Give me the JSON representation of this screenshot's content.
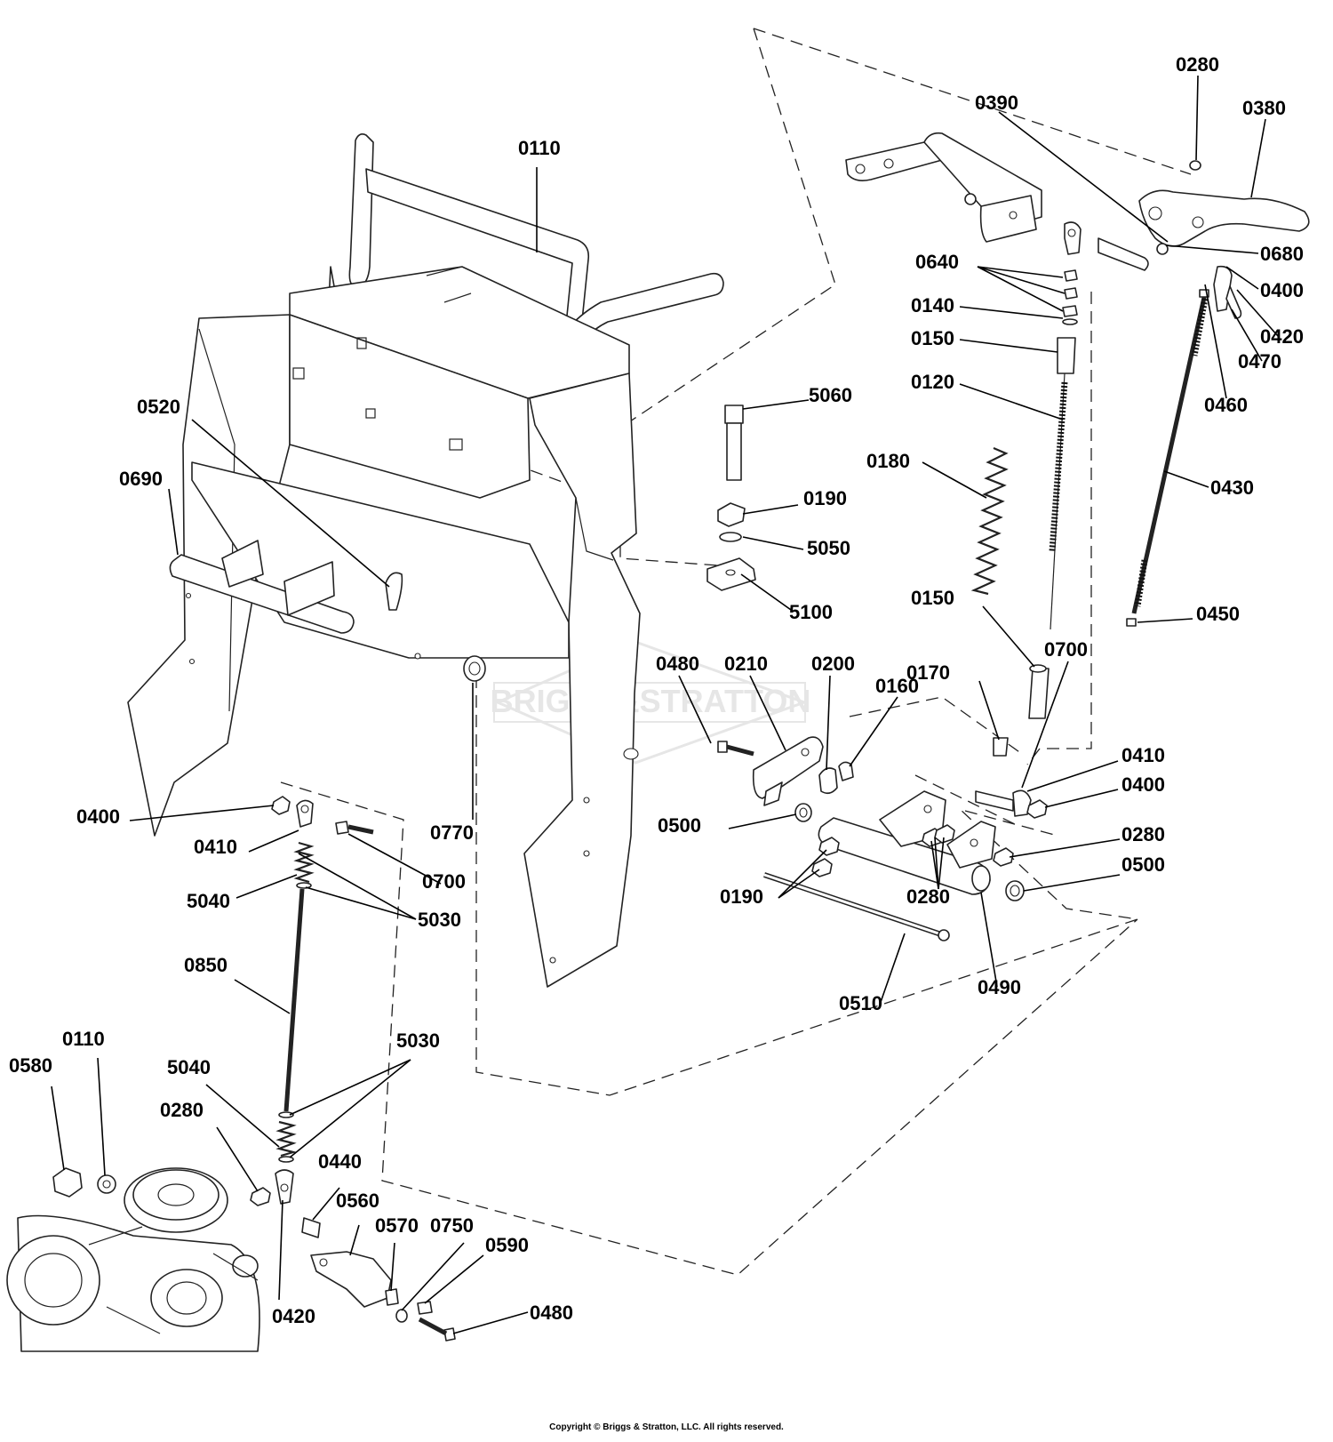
{
  "title": "",
  "copyright": "Copyright © Briggs & Stratton, LLC. All rights reserved.",
  "watermark": "BRIGGS&STRATTON",
  "callouts": [
    {
      "id": "c0110a",
      "text": "0110"
    },
    {
      "id": "c0280a",
      "text": "0280"
    },
    {
      "id": "c0390",
      "text": "0390"
    },
    {
      "id": "c0380",
      "text": "0380"
    },
    {
      "id": "c0640",
      "text": "0640"
    },
    {
      "id": "c0680",
      "text": "0680"
    },
    {
      "id": "c0140",
      "text": "0140"
    },
    {
      "id": "c0400a",
      "text": "0400"
    },
    {
      "id": "c0150a",
      "text": "0150"
    },
    {
      "id": "c0420a",
      "text": "0420"
    },
    {
      "id": "c0470",
      "text": "0470"
    },
    {
      "id": "c0120",
      "text": "0120"
    },
    {
      "id": "c0460",
      "text": "0460"
    },
    {
      "id": "c5060",
      "text": "5060"
    },
    {
      "id": "c0520",
      "text": "0520"
    },
    {
      "id": "c0180",
      "text": "0180"
    },
    {
      "id": "c0430",
      "text": "0430"
    },
    {
      "id": "c0690",
      "text": "0690"
    },
    {
      "id": "c0190a",
      "text": "0190"
    },
    {
      "id": "c5050",
      "text": "5050"
    },
    {
      "id": "c0150b",
      "text": "0150"
    },
    {
      "id": "c5100",
      "text": "5100"
    },
    {
      "id": "c0450",
      "text": "0450"
    },
    {
      "id": "c0480a",
      "text": "0480"
    },
    {
      "id": "c0210",
      "text": "0210"
    },
    {
      "id": "c0200",
      "text": "0200"
    },
    {
      "id": "c0700a",
      "text": "0700"
    },
    {
      "id": "c0170",
      "text": "0170"
    },
    {
      "id": "c0160",
      "text": "0160"
    },
    {
      "id": "c0410a",
      "text": "0410"
    },
    {
      "id": "c0400b",
      "text": "0400"
    },
    {
      "id": "c0400c",
      "text": "0400"
    },
    {
      "id": "c0500a",
      "text": "0500"
    },
    {
      "id": "c0770",
      "text": "0770"
    },
    {
      "id": "c0410b",
      "text": "0410"
    },
    {
      "id": "c0280b",
      "text": "0280"
    },
    {
      "id": "c0700b",
      "text": "0700"
    },
    {
      "id": "c0500b",
      "text": "0500"
    },
    {
      "id": "c5040a",
      "text": "5040"
    },
    {
      "id": "c0190b",
      "text": "0190"
    },
    {
      "id": "c0280c",
      "text": "0280"
    },
    {
      "id": "c5030a",
      "text": "5030"
    },
    {
      "id": "c0850",
      "text": "0850"
    },
    {
      "id": "c0490",
      "text": "0490"
    },
    {
      "id": "c0510",
      "text": "0510"
    },
    {
      "id": "c0110b",
      "text": "0110"
    },
    {
      "id": "c5030b",
      "text": "5030"
    },
    {
      "id": "c0580",
      "text": "0580"
    },
    {
      "id": "c5040b",
      "text": "5040"
    },
    {
      "id": "c0280d",
      "text": "0280"
    },
    {
      "id": "c0440",
      "text": "0440"
    },
    {
      "id": "c0560",
      "text": "0560"
    },
    {
      "id": "c0570",
      "text": "0570"
    },
    {
      "id": "c0750",
      "text": "0750"
    },
    {
      "id": "c0590",
      "text": "0590"
    },
    {
      "id": "c0420b",
      "text": "0420"
    },
    {
      "id": "c0480b",
      "text": "0480"
    }
  ]
}
